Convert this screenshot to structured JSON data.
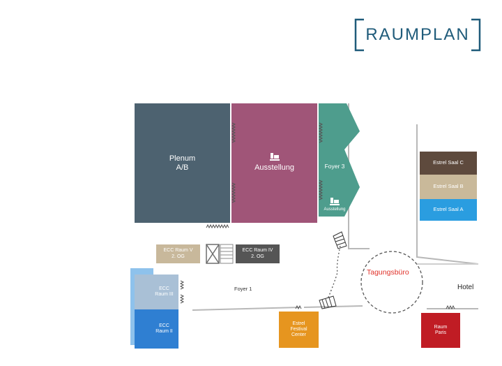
{
  "logo": {
    "text": "RAUMPLAN",
    "color": "#1f5b7a"
  },
  "rooms": {
    "plenum": {
      "line1": "Plenum",
      "line2": "A/B",
      "color": "#4d6270"
    },
    "ausstellung": {
      "label": "Ausstellung",
      "color": "#a05578"
    },
    "foyer3": {
      "label": "Foyer 3",
      "sublabel": "Ausstellung",
      "color": "#4e9d8d"
    },
    "ecc_v": {
      "line1": "ECC Raum V",
      "line2": "2. OG",
      "color": "#c8b89b"
    },
    "ecc_iv": {
      "line1": "ECC Raum IV",
      "line2": "2. OG",
      "color": "#555555"
    },
    "ecc_iii": {
      "line1": "ECC",
      "line2": "Raum III",
      "color": "#a9c0d6"
    },
    "ecc_ii": {
      "line1": "ECC",
      "line2": "Raum II",
      "color": "#2f7fd2"
    },
    "festival": {
      "line1": "Estrel",
      "line2": "Festival",
      "line3": "Center",
      "color": "#e6951f"
    },
    "paris": {
      "line1": "Raum",
      "line2": "Paris",
      "color": "#c01c24"
    },
    "saal_c": {
      "label": "Estrel Saal C",
      "color": "#5e4a3d"
    },
    "saal_b": {
      "label": "Estrel Saal B",
      "color": "#c9b99a"
    },
    "saal_a": {
      "label": "Estrel Saal A",
      "color": "#2a9de0"
    }
  },
  "labels": {
    "foyer1": "Foyer 1",
    "tagungsbuero": "Tagungsbüro",
    "tagungsbuero_color": "#e0322a",
    "hotel": "Hotel"
  },
  "icons": {
    "exhibit": "exhibit-stand-icon",
    "stairs": "stairs-icon",
    "elevator": "elevator-icon",
    "door": "door-icon"
  }
}
